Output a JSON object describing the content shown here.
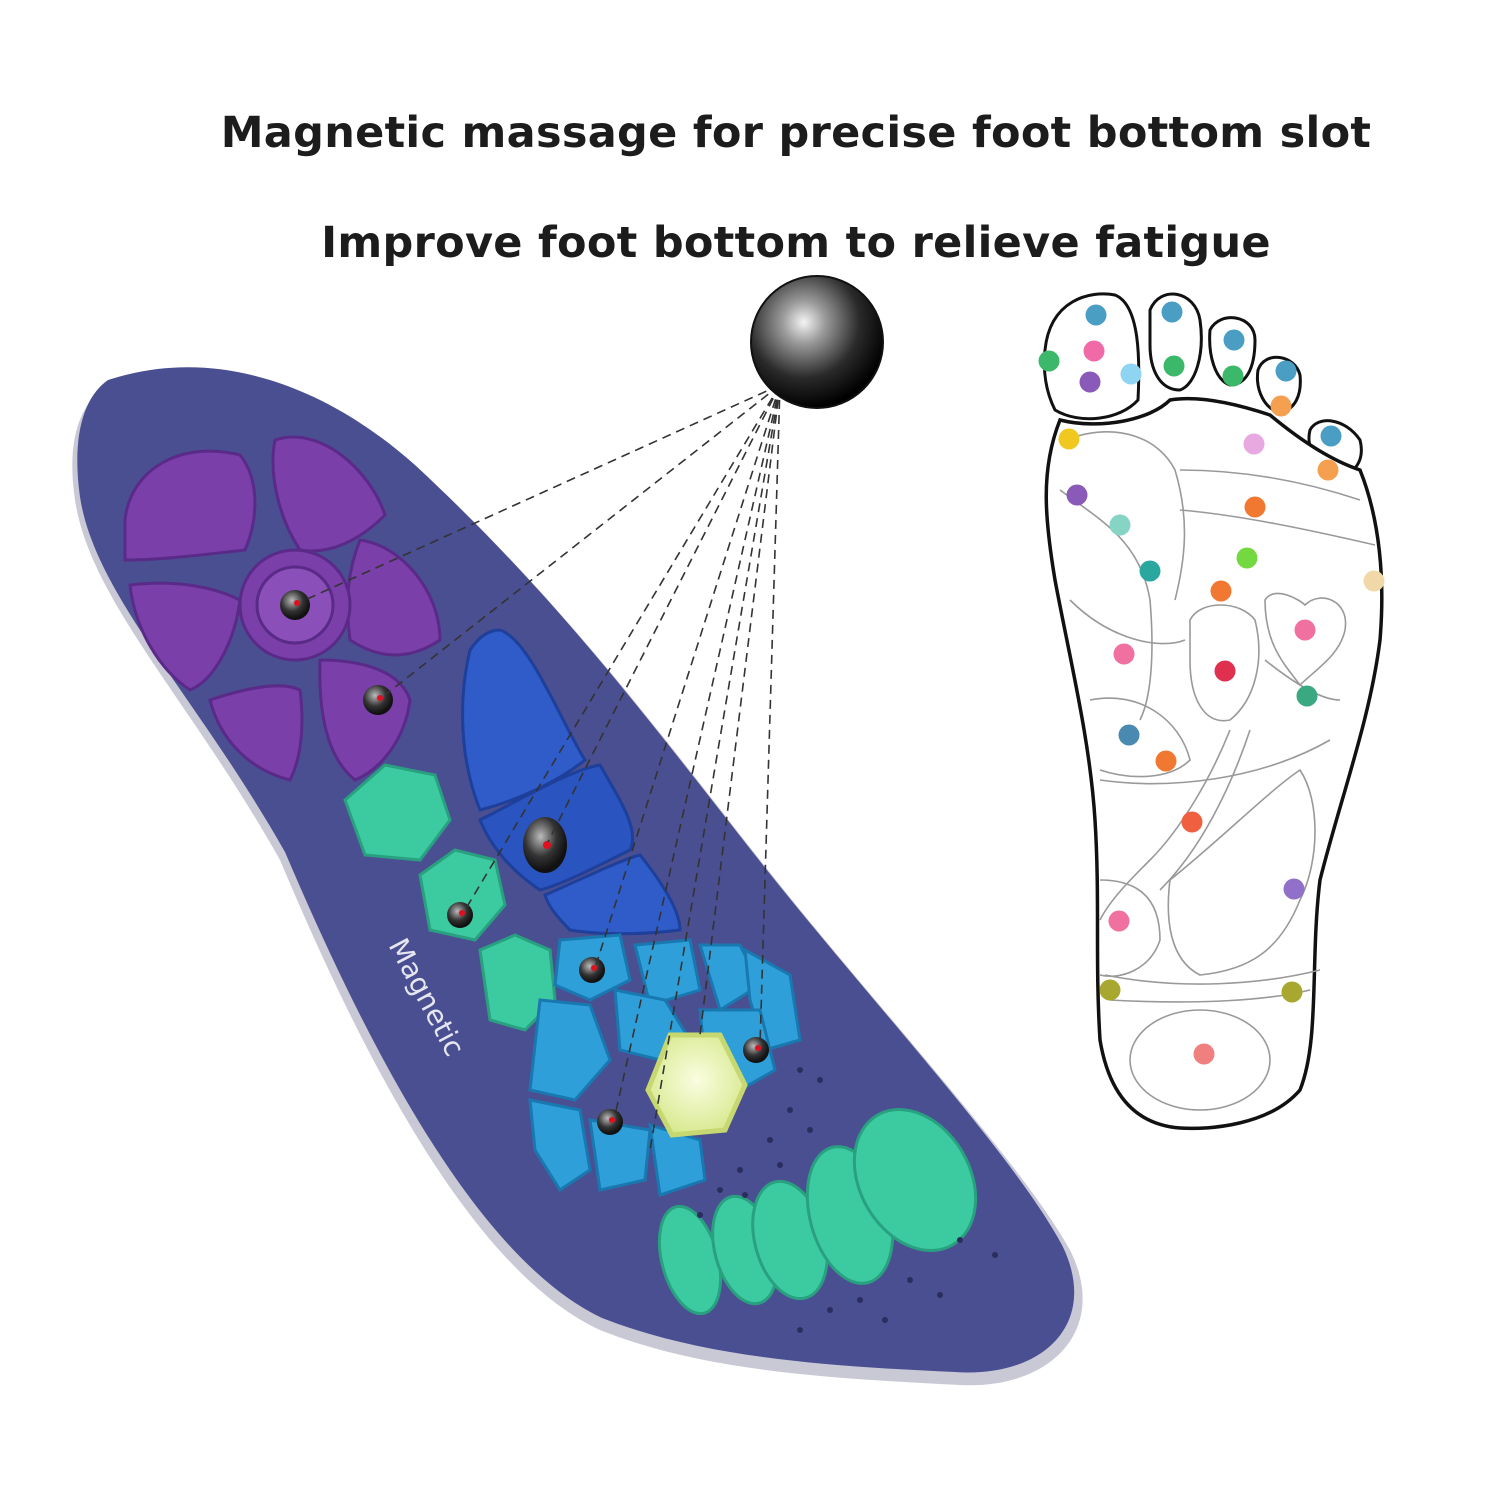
{
  "headline": {
    "line1": "Magnetic massage for precise foot bottom slot",
    "line2": "Improve foot bottom to relieve fatigue"
  },
  "insole": {
    "brand_text": "Magnetic",
    "colors": {
      "base": "#4a4f92",
      "heel_pads": "#7a3fa8",
      "arch_pads": "#2f5cc8",
      "mid_pads": "#2e9fd8",
      "toe_pads": "#3ccaa0",
      "gel_pad": "#e6f2a8"
    }
  },
  "magnet_ball": {
    "icon": "magnet-ball-icon"
  },
  "reflexology_chart": {
    "outline_color": "#111111",
    "point_colors": [
      "#4a9ec4",
      "#f06aa8",
      "#3cb86a",
      "#8a5ab8",
      "#8fd4f0",
      "#f4a050",
      "#f0c820",
      "#e8a8e0",
      "#f07830",
      "#86d4c4",
      "#74d840",
      "#2aa8a0",
      "#f0d8a8",
      "#f070a0",
      "#e03050",
      "#3aa880",
      "#4a8ab0",
      "#f06040",
      "#9070c8",
      "#a8a830",
      "#f08080"
    ]
  }
}
